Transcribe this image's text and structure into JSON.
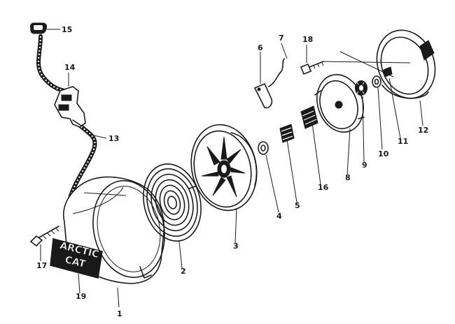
{
  "diagram": {
    "callouts": [
      "1",
      "2",
      "3",
      "4",
      "5",
      "6",
      "7",
      "8",
      "9",
      "10",
      "11",
      "12",
      "13",
      "14",
      "15",
      "16",
      "17",
      "18",
      "19"
    ],
    "badge": {
      "line1": "ARCTIC",
      "line2": "CAT"
    },
    "ink_color": "#1a1a1a"
  }
}
